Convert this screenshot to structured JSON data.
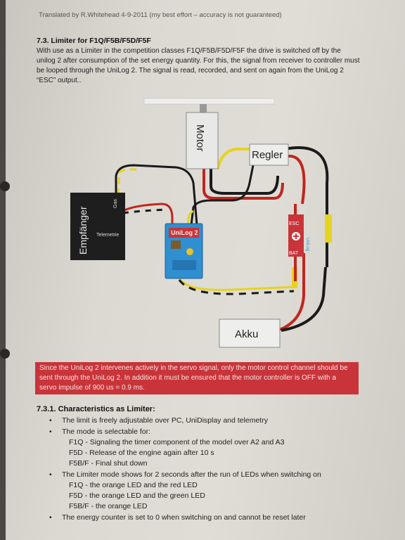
{
  "translator_note": "Translated by R.Whitehead 4-9-2011    (my best effort – accuracy is not guaranteed)",
  "section": {
    "heading": "7.3. Limiter for F1Q/F5B/F5D/F5F",
    "intro": "With use as a Limiter in the competition classes F1Q/F5B/F5D/F5F the drive is switched off by the unilog 2 after consumption of the set energy quantity. For this, the signal from receiver to controller must be looped through the UniLog 2. The signal is read, recorded, and sent on again from the UniLog 2 “ESC” output.."
  },
  "diagram": {
    "motor": "Motor",
    "regler": "Regler",
    "empfaenger": "Empfänger",
    "gas": "Gas",
    "telemetrie": "Telemetrie",
    "unilog": "UniLog 2",
    "esc": "ESC",
    "bat": "BAT",
    "unilog_small": "UniLog",
    "akku": "Akku"
  },
  "warning": "Since the UniLog 2 intervenes actively in the servo signal, only the motor control channel should be sent through the UniLog 2. In addition it must be ensured that the motor controller is OFF with a servo impulse of 900 us = 0.9 ms.",
  "characteristics": {
    "heading": "7.3.1. Characteristics as Limiter:",
    "bullet1": "The limit is freely adjustable over PC, UniDisplay and telemetry",
    "bullet2": "The mode is selectable for:",
    "bullet2_items": [
      "F1Q - Signaling the timer component of the model over A2 and A3",
      "F5D - Release of the engine again after 10 s",
      "F5B/F - Final shut down"
    ],
    "bullet3": "The Limiter mode shows for 2 seconds after the run of LEDs when switching on",
    "bullet3_items": [
      "F1Q - the orange LED and the red LED",
      "F5D - the orange LED and the green LED",
      "F5B/F - the orange LED"
    ],
    "bullet4": "The energy counter is set to 0 when switching on and cannot be reset later"
  }
}
